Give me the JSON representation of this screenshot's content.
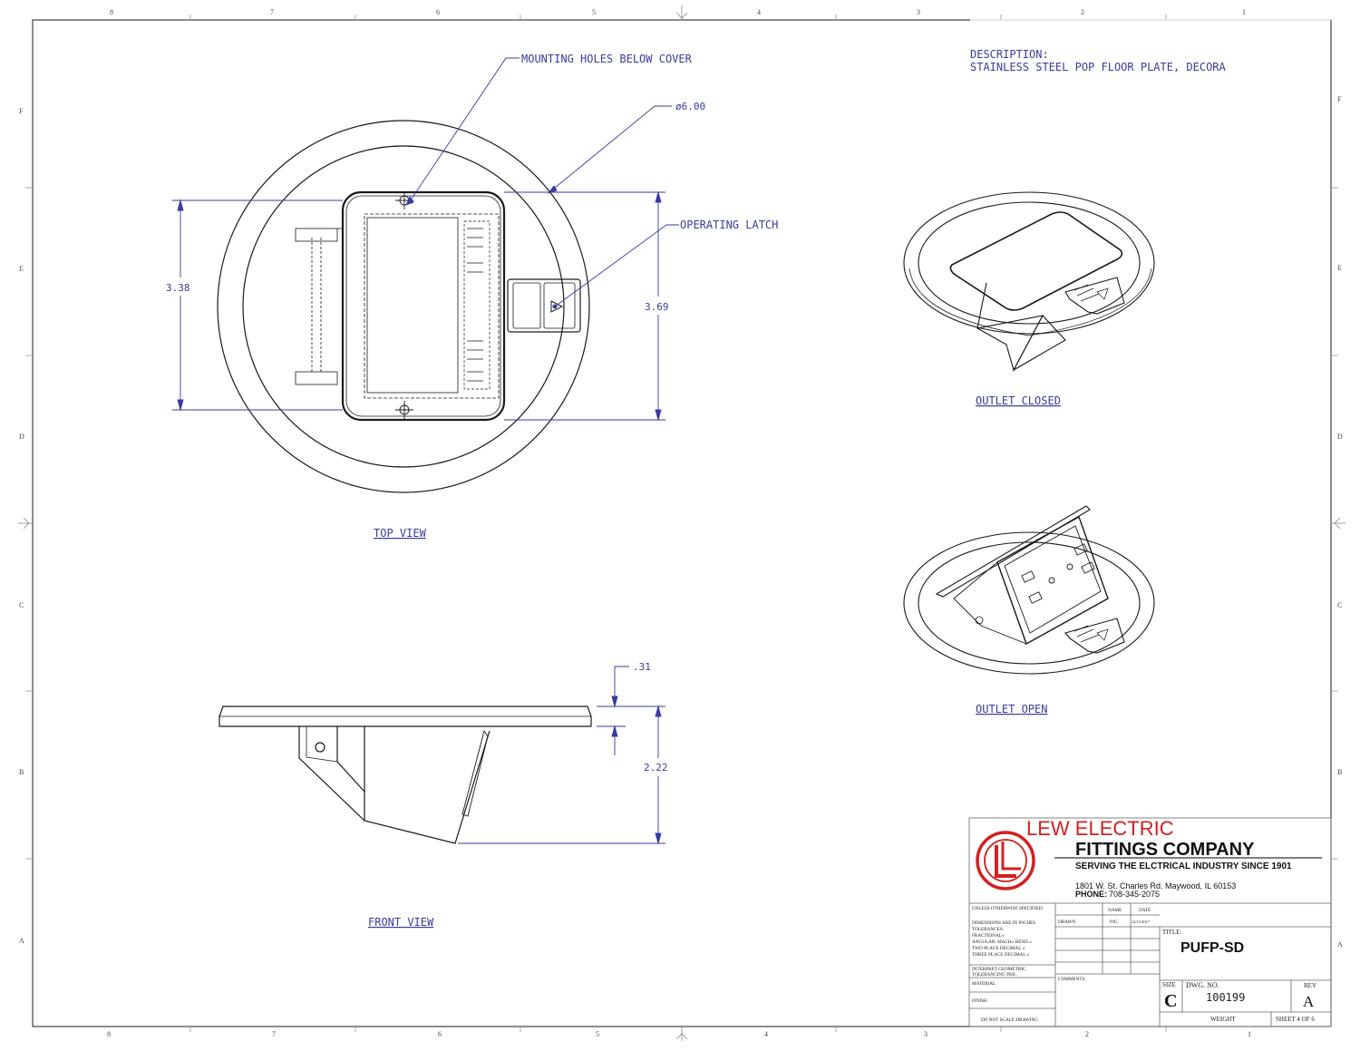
{
  "border": {
    "top_columns": [
      "8",
      "7",
      "6",
      "5",
      "4",
      "3",
      "2",
      "1"
    ],
    "bottom_columns": [
      "8",
      "7",
      "6",
      "5",
      "4",
      "3",
      "2",
      "1"
    ],
    "rows": [
      "F",
      "E",
      "D",
      "C",
      "B",
      "A"
    ]
  },
  "description": {
    "label": "DESCRIPTION:",
    "text": "STAINLESS STEEL POP FLOOR PLATE, DECORA"
  },
  "callouts": {
    "mounting_holes": "MOUNTING HOLES BELOW COVER",
    "diameter": "ø6.00",
    "operating_latch": "OPERATING LATCH",
    "thickness": ".31"
  },
  "dimensions": {
    "left_height": "3.38",
    "right_height": "3.69",
    "depth": "2.22"
  },
  "views": {
    "top": "TOP VIEW",
    "front": "FRONT VIEW",
    "closed": "OUTLET CLOSED",
    "open": "OUTLET OPEN"
  },
  "company": {
    "name_line1": "LEW ELECTRIC",
    "name_line2": "FITTINGS COMPANY",
    "tagline": "SERVING THE ELCTRICAL INDUSTRY SINCE 1901",
    "address": "1801 W. St. Charles Rd. Maywood, IL 60153",
    "phone_label": "PHONE:",
    "phone": "708-345-2075",
    "logo_color": "#d42020"
  },
  "title_block": {
    "unless": "UNLESS OTHERWISE SPECIFIED:",
    "dims": "DIMENSIONS ARE IN INCHES",
    "tolerances": "TOLERANCES:",
    "fractional": "FRACTIONAL±",
    "angular": "ANGULAR: MACH±    BEND ±",
    "two_place": "TWO PLACE DECIMAL    ±",
    "three_place": "THREE PLACE DECIMAL  ±",
    "interpret": "INTERPRET GEOMETRIC",
    "tol_per": "TOLERANCING PER:",
    "material": "MATERIAL",
    "finish": "FINISH",
    "do_not_scale": "DO NOT SCALE DRAWING",
    "col_name": "NAME",
    "col_date": "DATE",
    "drawn": "DRAWN",
    "drawn_name": "PJG",
    "drawn_date": "12/13/2017",
    "comments": "COMMENTS:",
    "title_label": "TITLE:",
    "title": "PUFP-SD",
    "size_label": "SIZE",
    "size": "C",
    "dwg_label": "DWG.  NO.",
    "dwg_no": "100199",
    "rev_label": "REV",
    "rev": "A",
    "weight": "WEIGHT",
    "sheet": "SHEET 4 OF 6"
  }
}
